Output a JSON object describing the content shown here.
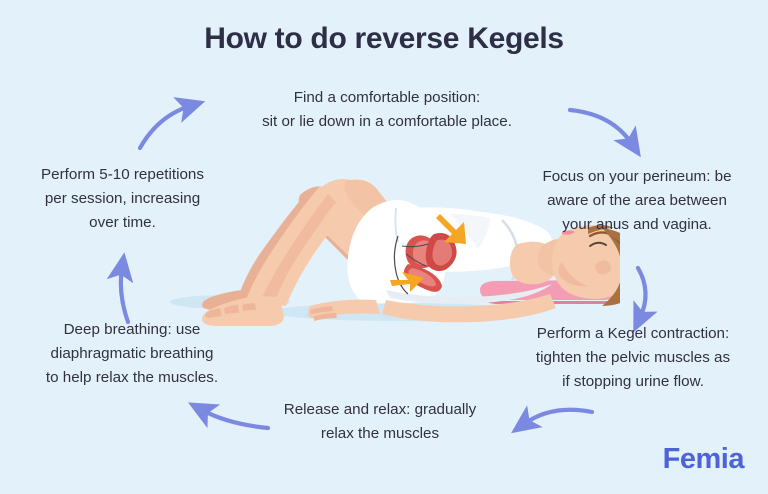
{
  "page": {
    "title": "How to do reverse Kegels",
    "background_color": "#e3f1fb",
    "title_color": "#2e2e46",
    "text_color": "#31313f",
    "arrow_color": "#7b8ae0",
    "logo": "Femia",
    "logo_color": "#4f63d8"
  },
  "steps": [
    {
      "id": "find-position",
      "text": "Find a comfortable position:\nsit or lie down in a comfortable place."
    },
    {
      "id": "focus-perineum",
      "text": "Focus on your perineum: be\naware of the area between\nyour anus and vagina."
    },
    {
      "id": "kegel-contraction",
      "text": "Perform a Kegel contraction:\ntighten the pelvic muscles as\nif stopping urine flow."
    },
    {
      "id": "release-relax",
      "text": "Release and relax: gradually\nrelax the muscles"
    },
    {
      "id": "deep-breathing",
      "text": "Deep breathing: use\ndiaphragmatic breathing\nto help relax the muscles."
    },
    {
      "id": "repetitions",
      "text": "Perform 5-10 repetitions\nper session, increasing\nover time."
    }
  ],
  "illustration": {
    "description": "Woman lying on her back with knees bent, head on a pink pillow, wearing white top, pelvic anatomy overlay with orange arrows",
    "skin_color": "#f3c3a5",
    "skin_shadow": "#e0a583",
    "clothing_color": "#ffffff",
    "clothing_shadow": "#e6edf3",
    "hair_color": "#a9713f",
    "hair_shadow": "#8d5a2e",
    "pillow_color": "#f49cb4",
    "organ_color": "#d9534f",
    "organ_light": "#e9837e",
    "anatomy_arrow_color": "#f5a623",
    "floor_shadow": "#cfe6f5"
  }
}
